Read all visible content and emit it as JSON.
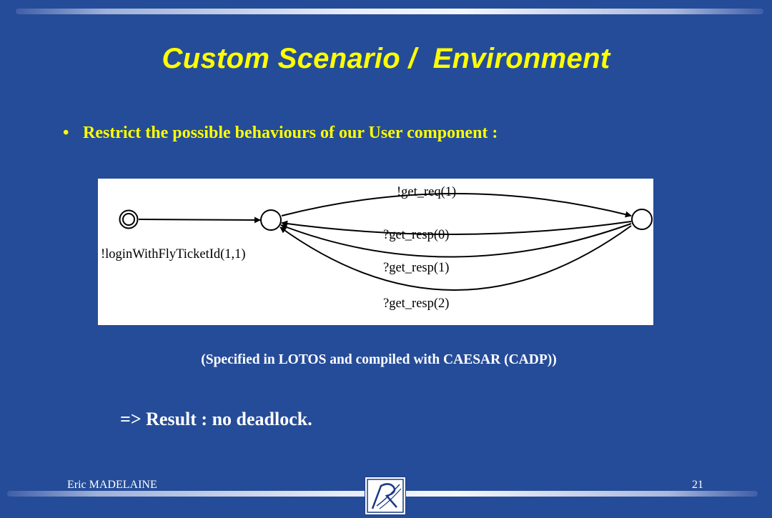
{
  "slide": {
    "title": "Custom Scenario /  Environment",
    "bullet": "Restrict the possible behaviours of our User component :",
    "caption": "(Specified in LOTOS and compiled with CAESAR (CADP))",
    "result": "=> Result : no deadlock.",
    "author": "Eric MADELAINE",
    "slide_number": "21"
  },
  "diagram": {
    "initial_label": "!loginWithFlyTicketId(1,1)",
    "label_req": "!get_req(1)",
    "label_resp0": "?get_resp(0)",
    "label_resp1": "?get_resp(1)",
    "label_resp2": "?get_resp(2)"
  },
  "colors": {
    "background": "#254c98",
    "title": "#ffff00",
    "text": "#ffffff"
  }
}
